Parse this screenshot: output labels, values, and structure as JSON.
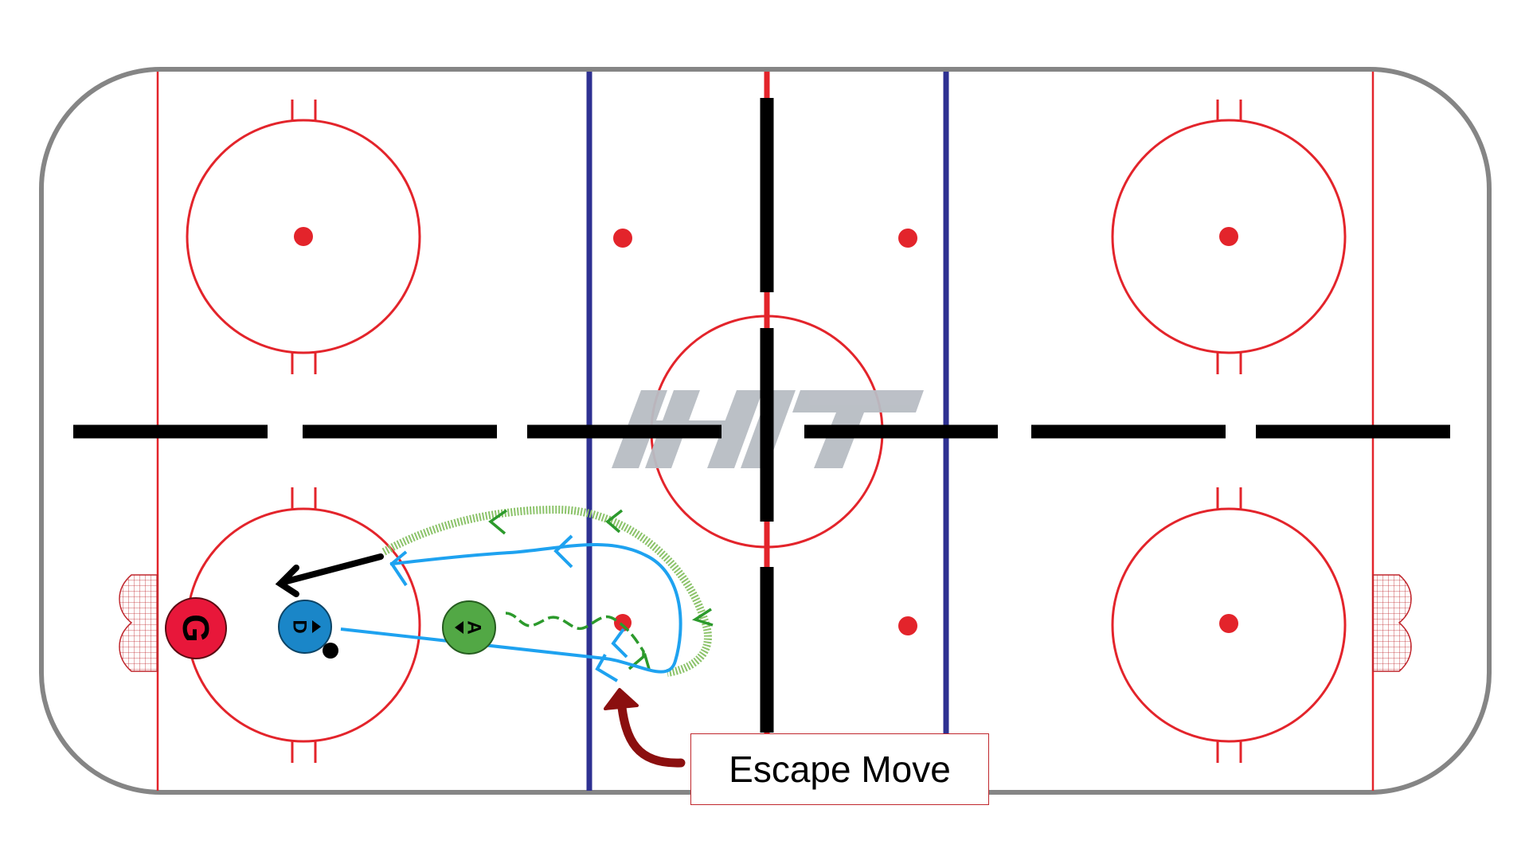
{
  "colors": {
    "boards": "#858585",
    "red_line": "#e3242b",
    "blue_line": "#2e3192",
    "black_line": "#000000",
    "goalie": "#e8173a",
    "defender": "#1a86c8",
    "attacker": "#52a845",
    "defender_path": "#1ea2f0",
    "attacker_path": "#2c9a2c",
    "attacker_skate": "#8cc36a",
    "callout_arrow": "#8b0f0f",
    "watermark": "#b8bdc4"
  },
  "players": {
    "goalie": {
      "label": "G"
    },
    "defender": {
      "label": "D"
    },
    "attacker": {
      "label": "A"
    }
  },
  "callout": {
    "text": "Escape Move"
  },
  "watermark": {
    "icon": "hockey-logo-watermark"
  }
}
